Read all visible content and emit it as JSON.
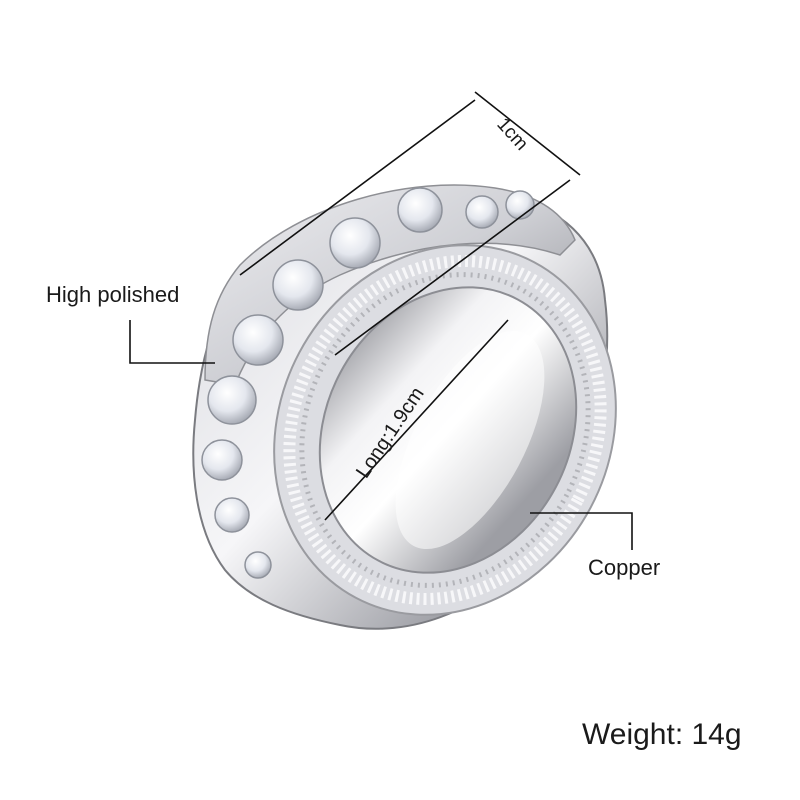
{
  "labels": {
    "width": "1cm",
    "finish": "High polished",
    "inner_length": "Long:1.9cm",
    "material": "Copper",
    "weight": "Weight: 14g"
  },
  "colors": {
    "background": "#ffffff",
    "line": "#111111",
    "metal_light": "#f4f4f6",
    "metal_mid": "#c9cacf",
    "metal_dark": "#7f8086",
    "stone": "#e9ecf2"
  }
}
